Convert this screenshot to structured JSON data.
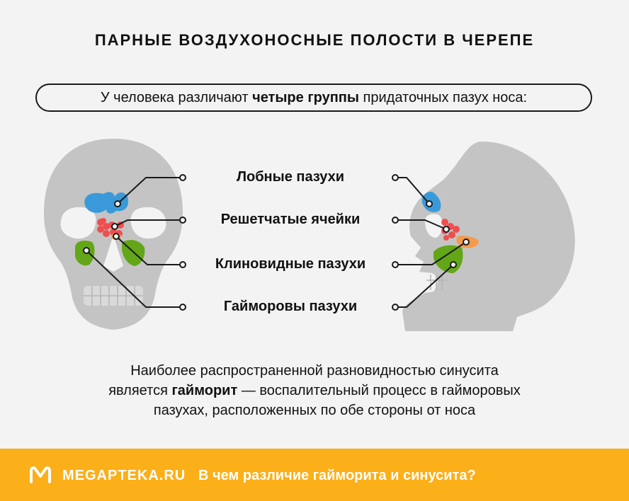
{
  "title": "ПАРНЫЕ ВОЗДУХОНОСНЫЕ ПОЛОСТИ В ЧЕРЕПЕ",
  "intro": {
    "before": "У человека различают ",
    "bold": "четыре группы",
    "after": " придаточных пазух носа:"
  },
  "sinuses": [
    {
      "label": "Лобные пазухи",
      "color": "#3a9ad9"
    },
    {
      "label": "Решетчатые ячейки",
      "color": "#ef4e4e"
    },
    {
      "label": "Клиновидные пазухи",
      "color": "#f59a4a"
    },
    {
      "label": "Гайморовы пазухи",
      "color": "#63a617"
    }
  ],
  "paragraph": {
    "line1": "Наиболее распространенной разновидностью синусита",
    "line2_before": "является ",
    "line2_bold": "гайморит",
    "line2_after": " — воспалительный процесс в гайморовых",
    "line3": "пазухах, расположенных по обе стороны от носа"
  },
  "footer": {
    "logo_icon": "m-logo-icon",
    "brand": "MEGAPTEKA.RU",
    "link": "В чем различие гайморита и синусита?",
    "color": "#fbaf18"
  },
  "colors": {
    "skull": "#c4c4c4",
    "background": "#f3f3f3",
    "line": "#1a1a1a"
  }
}
